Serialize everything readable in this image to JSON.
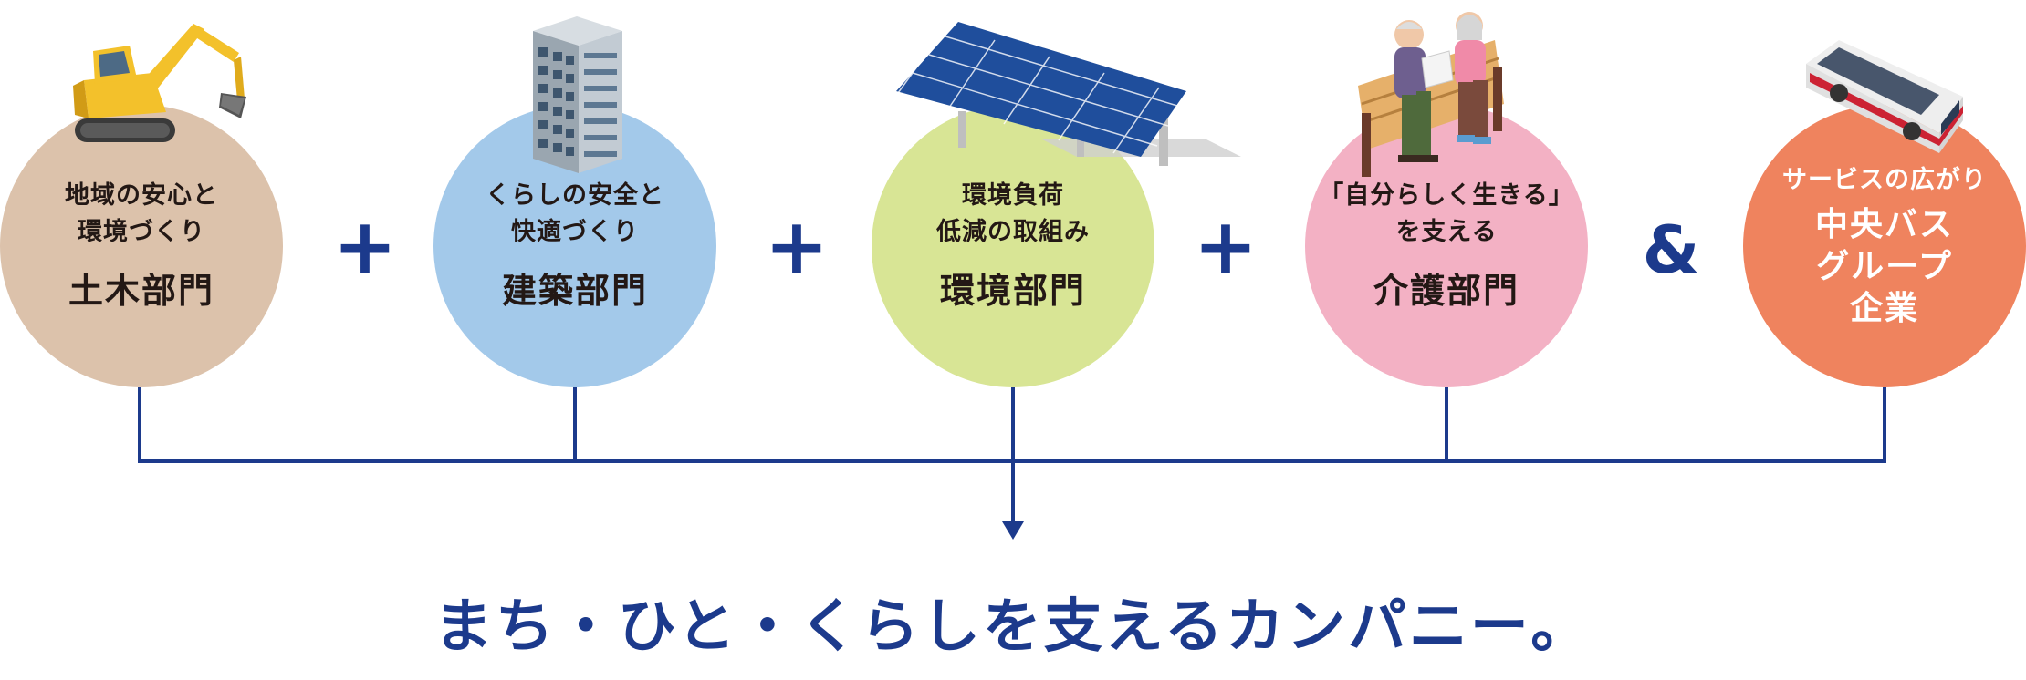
{
  "departments": [
    {
      "sub_lines": [
        "地域の安心と",
        "環境づくり"
      ],
      "name": "土木部門",
      "color": "#dcc2ab"
    },
    {
      "sub_lines": [
        "くらしの安全と",
        "快適づくり"
      ],
      "name": "建築部門",
      "color": "#a3c9ea"
    },
    {
      "sub_lines": [
        "環境負荷",
        "低減の取組み"
      ],
      "name": "環境部門",
      "color": "#d8e595"
    },
    {
      "sub_lines": [
        "「自分らしく生きる」",
        "を支える"
      ],
      "name": "介護部門",
      "color": "#f3b1c4"
    },
    {
      "sub_lines": [
        "サービスの広がり"
      ],
      "name_lines": [
        "中央バス",
        "グループ",
        "企業"
      ],
      "color": "#ef835e"
    }
  ],
  "operators": {
    "plus": "+",
    "amp": "&"
  },
  "slogan": "まち・ひと・くらしを支えるカンパニー。",
  "colors": {
    "navy": "#1c3a8c"
  },
  "icons": [
    "excavator-icon",
    "building-icon",
    "solar-panel-icon",
    "elderly-couple-bench-icon",
    "bus-icon"
  ]
}
